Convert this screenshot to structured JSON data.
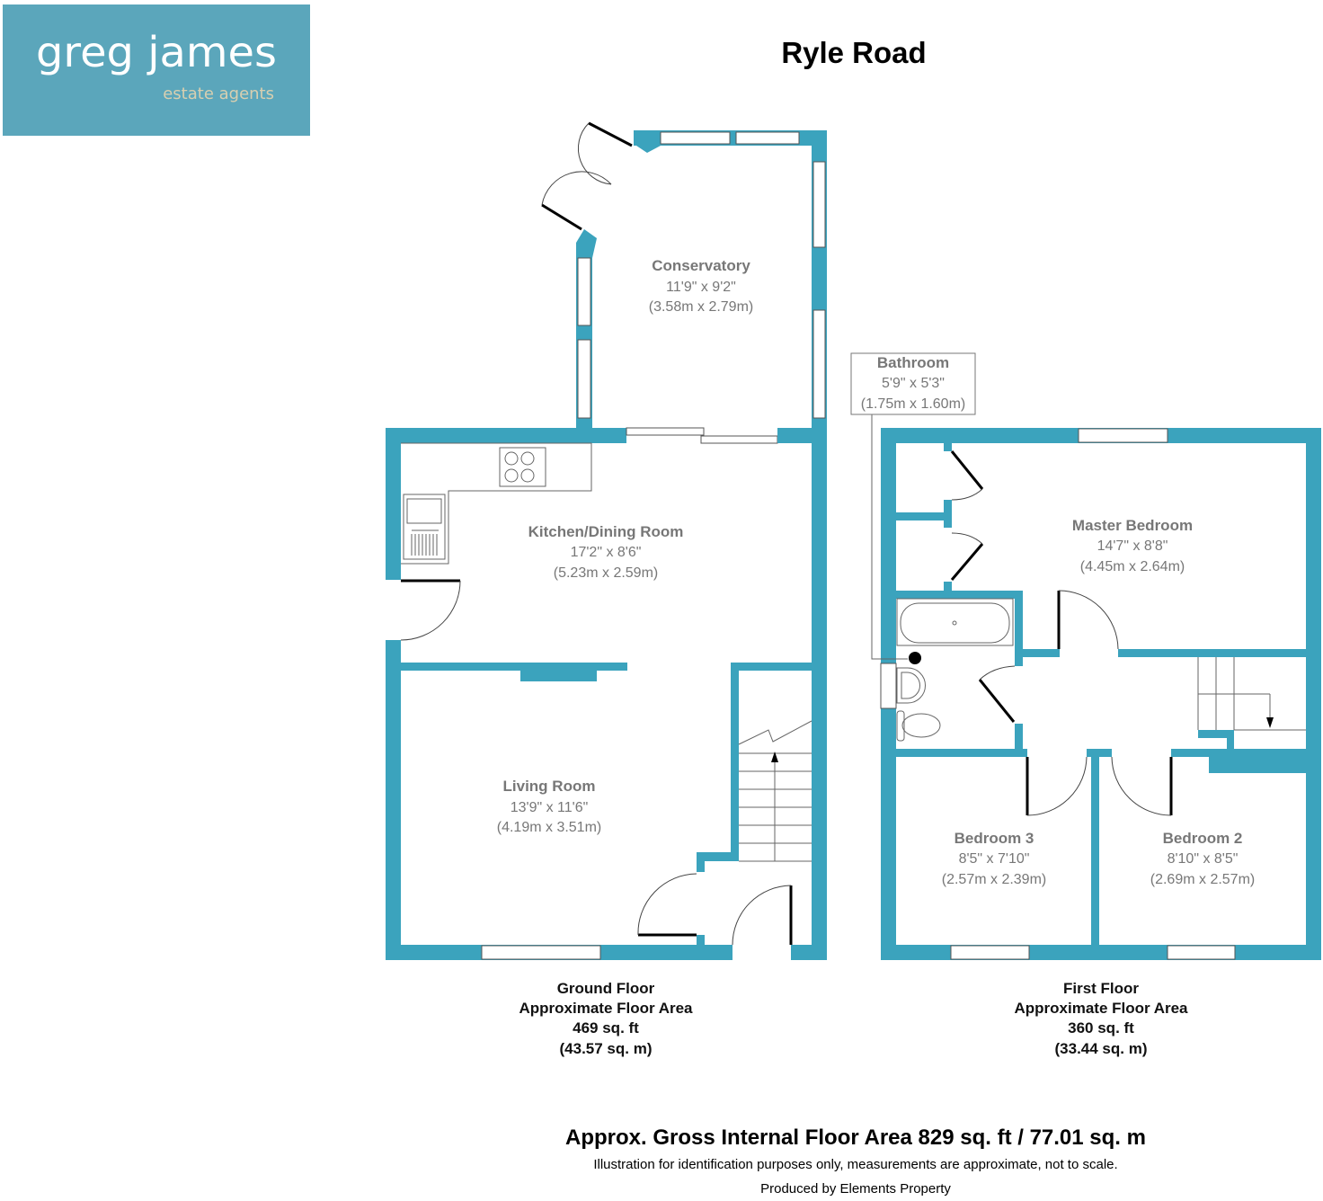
{
  "logo": {
    "name": "greg james",
    "tagline": "estate agents",
    "bg_color": "#5ba6bb"
  },
  "title": "Ryle Road",
  "wall_color": "#3ba3bd",
  "rooms": [
    {
      "name": "Conservatory",
      "imperial": "11'9\" x 9'2\"",
      "metric": "(3.58m x 2.79m)"
    },
    {
      "name": "Kitchen/Dining Room",
      "imperial": "17'2\" x 8'6\"",
      "metric": "(5.23m x 2.59m)"
    },
    {
      "name": "Living Room",
      "imperial": "13'9\" x 11'6\"",
      "metric": "(4.19m x 3.51m)"
    },
    {
      "name": "Bathroom",
      "imperial": "5'9\" x 5'3\"",
      "metric": "(1.75m x 1.60m)"
    },
    {
      "name": "Master Bedroom",
      "imperial": "14'7\" x 8'8\"",
      "metric": "(4.45m x 2.64m)"
    },
    {
      "name": "Bedroom 3",
      "imperial": "8'5\" x 7'10\"",
      "metric": "(2.57m x 2.39m)"
    },
    {
      "name": "Bedroom 2",
      "imperial": "8'10\" x 8'5\"",
      "metric": "(2.69m x 2.57m)"
    }
  ],
  "floors": [
    {
      "name": "Ground Floor",
      "label": "Approximate Floor Area",
      "sqft": "469 sq. ft",
      "sqm": "(43.57 sq. m)"
    },
    {
      "name": "First Floor",
      "label": "Approximate Floor Area",
      "sqft": "360 sq. ft",
      "sqm": "(33.44 sq. m)"
    }
  ],
  "footer": {
    "total": "Approx. Gross Internal Floor Area 829 sq. ft / 77.01 sq. m",
    "disclaimer": "Illustration for identification purposes only, measurements are approximate, not to scale.",
    "producer": "Produced by Elements Property"
  }
}
